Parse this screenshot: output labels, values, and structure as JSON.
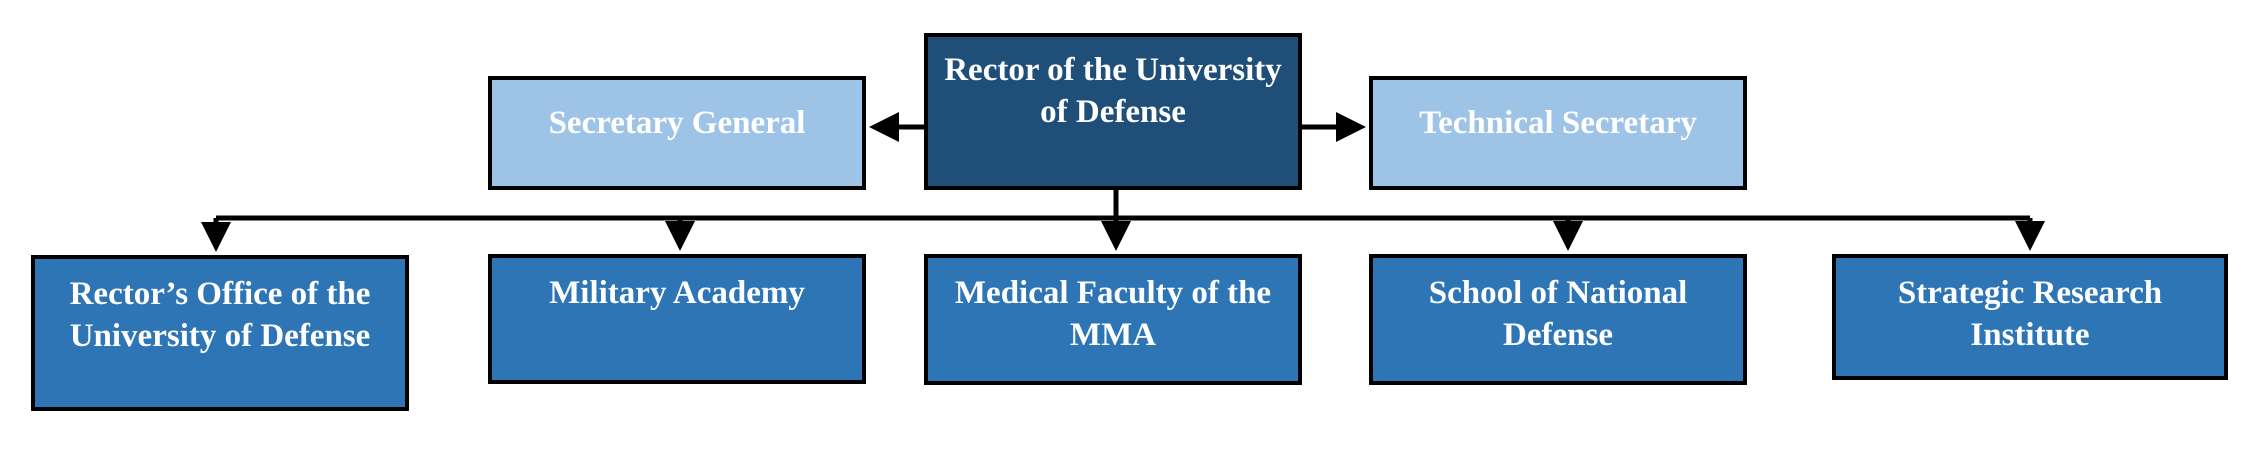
{
  "root": {
    "label": "Rector of the University of Defense"
  },
  "staff": [
    {
      "label": "Secretary General"
    },
    {
      "label": "Technical Secretary"
    }
  ],
  "units": [
    {
      "label": "Rector’s Office of the University of Defense"
    },
    {
      "label": "Military Academy"
    },
    {
      "label": "Medical Faculty of the MMA"
    },
    {
      "label": "School of National Defense"
    },
    {
      "label": "Strategic Research Institute"
    }
  ],
  "colors": {
    "root_fill": "#1f4e79",
    "staff_fill": "#9dc3e6",
    "unit_fill": "#2e75b6",
    "border": "#000000",
    "text": "#ffffff"
  }
}
